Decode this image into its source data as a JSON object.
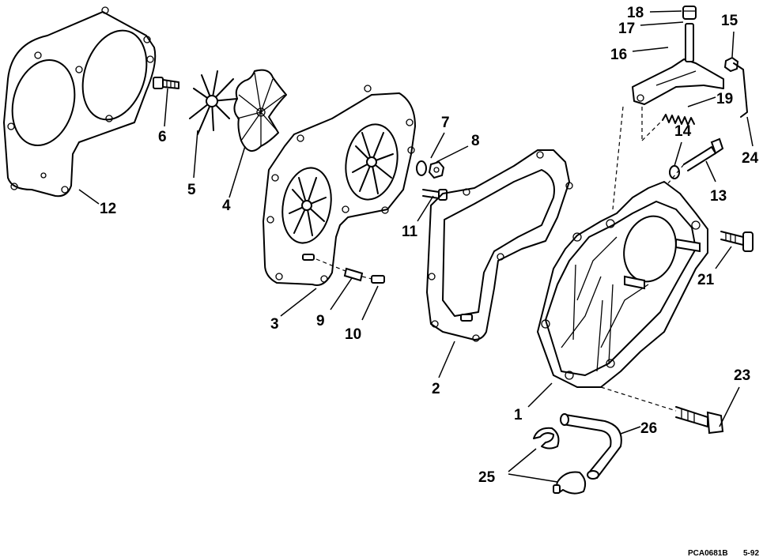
{
  "callouts": [
    {
      "id": "1",
      "text": "1"
    },
    {
      "id": "2",
      "text": "2"
    },
    {
      "id": "3",
      "text": "3"
    },
    {
      "id": "4",
      "text": "4"
    },
    {
      "id": "5",
      "text": "5"
    },
    {
      "id": "6",
      "text": "6"
    },
    {
      "id": "7",
      "text": "7"
    },
    {
      "id": "8",
      "text": "8"
    },
    {
      "id": "9",
      "text": "9"
    },
    {
      "id": "10",
      "text": "10"
    },
    {
      "id": "11",
      "text": "11"
    },
    {
      "id": "12",
      "text": "12"
    },
    {
      "id": "13",
      "text": "13"
    },
    {
      "id": "14",
      "text": "14"
    },
    {
      "id": "15",
      "text": "15"
    },
    {
      "id": "16",
      "text": "16"
    },
    {
      "id": "17",
      "text": "17"
    },
    {
      "id": "18",
      "text": "18"
    },
    {
      "id": "19",
      "text": "19"
    },
    {
      "id": "21",
      "text": "21"
    },
    {
      "id": "23",
      "text": "23"
    },
    {
      "id": "24",
      "text": "24"
    },
    {
      "id": "25",
      "text": "25"
    },
    {
      "id": "26",
      "text": "26"
    }
  ],
  "footer": {
    "drawing_code": "PCA0681B",
    "date_code": "5-92"
  }
}
